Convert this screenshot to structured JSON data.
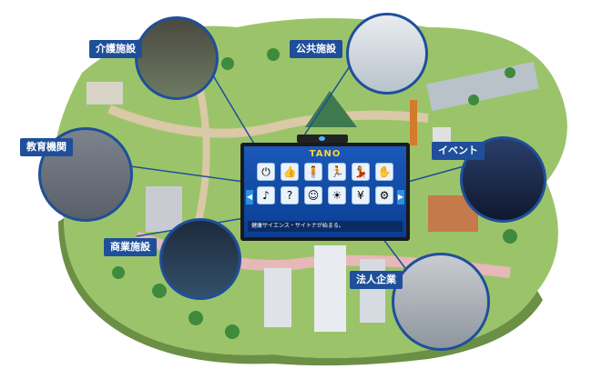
{
  "labels": {
    "care": "介護施設",
    "public": "公共施設",
    "education": "教育機関",
    "event": "イベント",
    "commercial": "商業施設",
    "corporate": "法人企業"
  },
  "screen": {
    "app_title": "TANO",
    "status_text": "健康サイエンス・サイトナが始まる。",
    "tile_icons": [
      "power-icon",
      "thumbs-up-icon",
      "person-icon",
      "runner-icon",
      "dancer-icon",
      "hand-icon",
      "music-icon",
      "quiz-icon",
      "face-icon",
      "sun-icon",
      "money-icon",
      "gear-icon"
    ]
  },
  "colors": {
    "label_bg": "#1f4f9a",
    "circle_border": "#1f4f9a",
    "screen_blue": "#1b58b8"
  }
}
